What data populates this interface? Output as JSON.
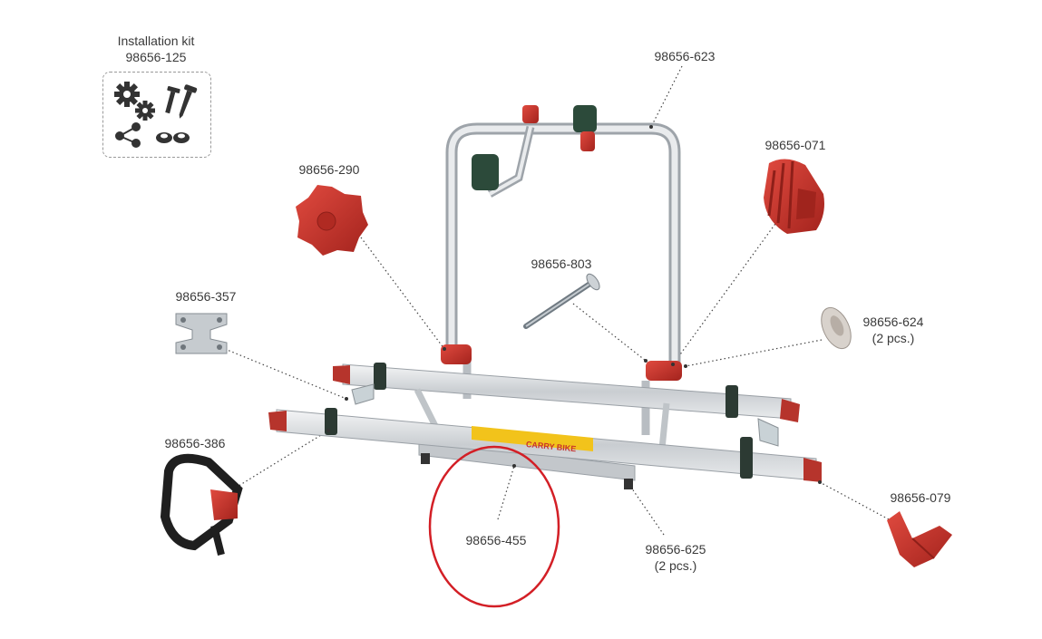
{
  "kit": {
    "title": "Installation kit",
    "code": "98656-125"
  },
  "parts": {
    "p623": {
      "code": "98656-623"
    },
    "p071": {
      "code": "98656-071"
    },
    "p290": {
      "code": "98656-290"
    },
    "p803": {
      "code": "98656-803"
    },
    "p357": {
      "code": "98656-357"
    },
    "p624": {
      "code": "98656-624",
      "qty": "(2 pcs.)"
    },
    "p386": {
      "code": "98656-386"
    },
    "p079": {
      "code": "98656-079"
    },
    "p455": {
      "code": "98656-455"
    },
    "p625": {
      "code": "98656-625",
      "qty": "(2 pcs.)"
    }
  },
  "rack_sticker": "CARRY BIKE",
  "colors": {
    "part_red": "#c8322b",
    "frame_silver": "#d6d9dc",
    "highlight_circle": "#d31f26",
    "strap_black": "#222222",
    "leader_line": "#444444"
  }
}
